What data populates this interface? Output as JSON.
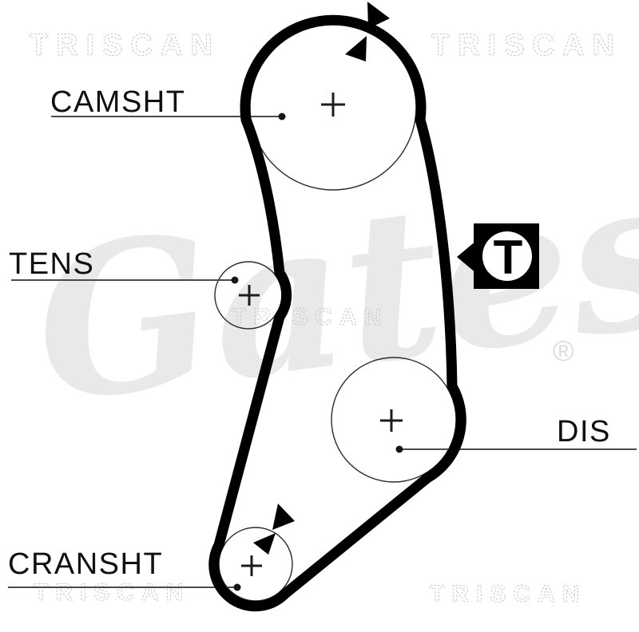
{
  "diagram": {
    "labels": {
      "camshaft": "CAMSHT",
      "tensioner": "TENS",
      "distributor": "DIS",
      "crankshaft": "CRANSHT"
    },
    "tension_marker_letter": "T"
  },
  "watermarks": {
    "brand": "TRISCAN",
    "logo_script": "Gates",
    "registered_symbol": "®"
  },
  "colors": {
    "background": "#ffffff",
    "belt": "#000000",
    "pulley_outline": "#2b2b2b",
    "leader_line": "#4a4a4a",
    "label_text": "#101010",
    "watermark_stroke": "#c2c2c2",
    "logo_watermark_fill": "#e9e9e9"
  }
}
